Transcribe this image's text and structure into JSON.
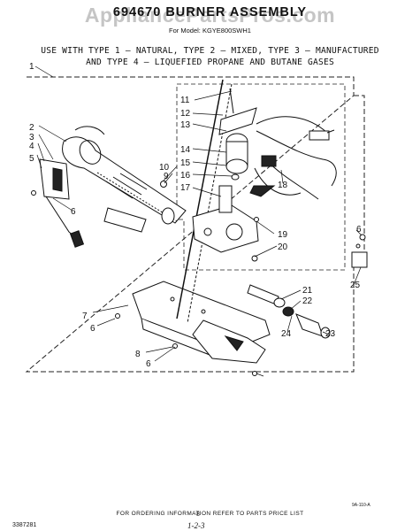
{
  "header": {
    "title": "694670 BURNER ASSEMBLY",
    "watermark": "AppliancePartsPros.com",
    "model_line": "For Model: KGYE800SWH1",
    "description_line1": "USE WITH TYPE 1 — NATURAL, TYPE 2 — MIXED, TYPE 3 — MANUFACTURED",
    "description_line2": "AND TYPE 4 — LIQUEFIED PROPANE AND BUTANE GASES"
  },
  "diagram": {
    "callouts": [
      "1",
      "2",
      "3",
      "4",
      "5",
      "6",
      "7",
      "6",
      "8",
      "6",
      "9",
      "10",
      "11",
      "12",
      "13",
      "14",
      "15",
      "16",
      "17",
      "18",
      "19",
      "20",
      "21",
      "22",
      "23",
      "24",
      "25",
      "6"
    ],
    "figure_code": "9A-110-A"
  },
  "footer": {
    "ordering_note": "FOR ORDERING INFORMATION REFER TO PARTS PRICE LIST",
    "document_number": "3387281",
    "page_number": "8",
    "page_ref": "1-2-3"
  }
}
